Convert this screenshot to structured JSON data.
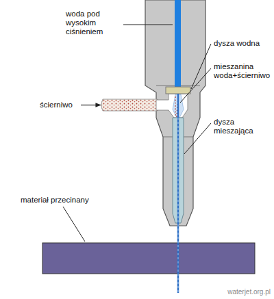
{
  "diagram": {
    "labels": [
      "woda pod wysokim ciśnieniem",
      "dysza wodna",
      "mieszanina woda+ścierniwo",
      "ścierniwo",
      "dysza mieszająca",
      "materiał przecinany",
      "waterjet.org.pl"
    ]
  }
}
